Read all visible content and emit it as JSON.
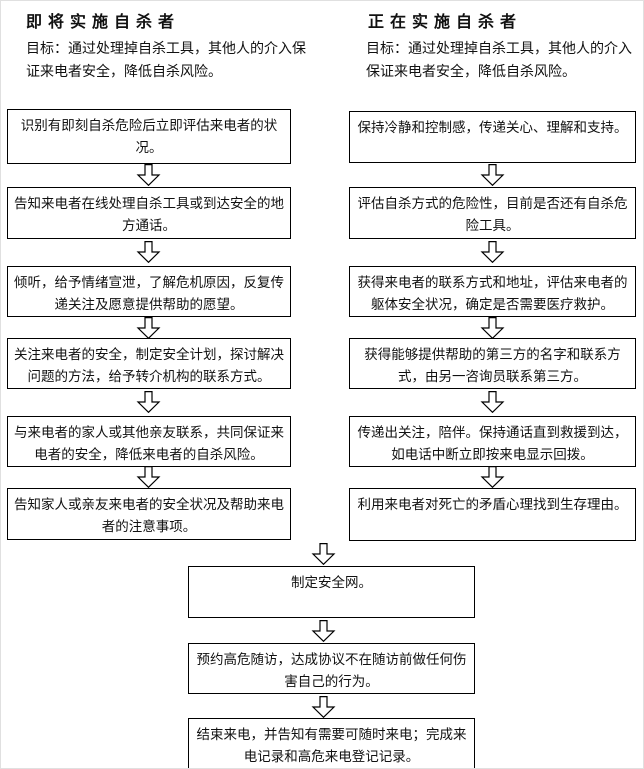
{
  "page": {
    "language": "zh-CN",
    "background_color": "#ffffff",
    "box_border_color": "#000000",
    "text_color": "#111111",
    "arrow_style": "hollow-block-down-arrow"
  },
  "columns": [
    {
      "title": "即将实施自杀者",
      "goal": "目标：通过处理掉自杀工具，其他人的介入保\n证来电者安全，降低自杀风险。",
      "steps": [
        "识别有即刻自杀危险后立即评估来电者的状况。",
        "告知来电者在线处理自杀工具或到达安全的地方通话。",
        "倾听，给予情绪宣泄，了解危机原因，反复传递关注及愿意提供帮助的愿望。",
        "关注来电者的安全，制定安全计划，探讨解决问题的方法，给予转介机构的联系方式。",
        "与来电者的家人或其他亲友联系，共同保证来电者的安全，降低来电者的自杀风险。",
        "告知家人或亲友来电者的安全状况及帮助来电者的注意事项。"
      ]
    },
    {
      "title": "正在实施自杀者",
      "goal": "目标：通过处理掉自杀工具，其他人的介入\n保证来电者安全，降低自杀风险。",
      "steps": [
        "保持冷静和控制感，传递关心、理解和支持。",
        "评估自杀方式的危险性，目前是否还有自杀危险工具。",
        "获得来电者的联系方式和地址，评估来电者的躯体安全状况，确定是否需要医疗救护。",
        "获得能够提供帮助的第三方的名字和联系方式，由另一咨询员联系第三方。",
        "传递出关注，陪伴。保持通话直到救援到达，如电话中断立即按来电显示回拨。",
        "利用来电者对死亡的矛盾心理找到生存理由。"
      ]
    }
  ],
  "merged_steps": [
    "制定安全网。",
    "预约高危随访，达成协议不在随访前做任何伤害自己的行为。",
    "结束来电，并告知有需要可随时来电；完成来电记录和高危来电登记记录。"
  ]
}
